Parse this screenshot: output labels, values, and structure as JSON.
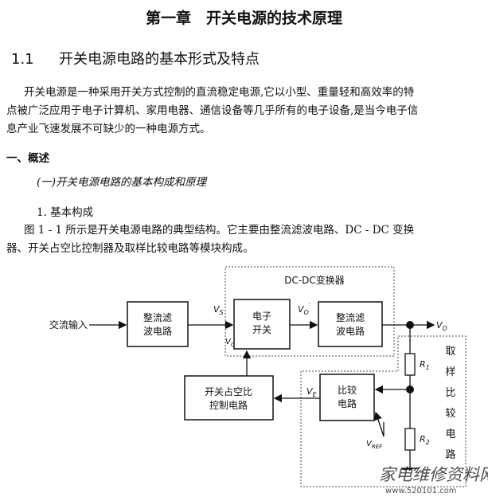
{
  "chapter_title": "第一章　开关电源的技术原理",
  "section": {
    "number": "1.1",
    "title": "开关电源电路的基本形式及特点"
  },
  "intro": [
    "开关电源是一种采用开关方式控制的直流稳定电源,它以小型、重量轻和高效率的特",
    "点被广泛应用于电子计算机、家用电器、通信设备等几乎所有的电子设备,是当今电子信",
    "息产业飞速发展不可缺少的一种电源方式。"
  ],
  "heading_overview": "一、概述",
  "subheading": "(一)开关电源电路的基本构成和原理",
  "item_title": "1. 基本构成",
  "item_body": [
    "图 1 - 1 所示是开关电源电路的典型结构。它主要由整流滤波电路、DC - DC 变换",
    "器、开关占空比控制器及取样比较电路等模块构成。"
  ],
  "diagram": {
    "dcdc_label": "DC-DC变换器",
    "input_label": "交流输入",
    "rectifier": [
      "整流滤",
      "波电路"
    ],
    "switch": [
      "电子",
      "开关"
    ],
    "filter": [
      "整流滤",
      "波电路"
    ],
    "comparator": [
      "比较",
      "电路"
    ],
    "duty_controller": [
      "开关占空比",
      "控制电路"
    ],
    "sampling_label": [
      "取",
      "样",
      "比",
      "较",
      "电",
      "路"
    ],
    "signals": {
      "vs": "V",
      "vs_sub": "S",
      "vo_prime": "V",
      "vo_prime_sub": "O",
      "vo_prime_mark": "′",
      "vo": "V",
      "vo_sub": "O",
      "vc": "V",
      "vc_sub": "C",
      "ve": "V",
      "ve_sub": "E",
      "vref": "V",
      "vref_sub": "REF",
      "r1": "R",
      "r1_sub": "1",
      "r2": "R",
      "r2_sub": "2"
    }
  },
  "watermark": {
    "text": "家电维修资料网",
    "url": "www.520101.com"
  }
}
